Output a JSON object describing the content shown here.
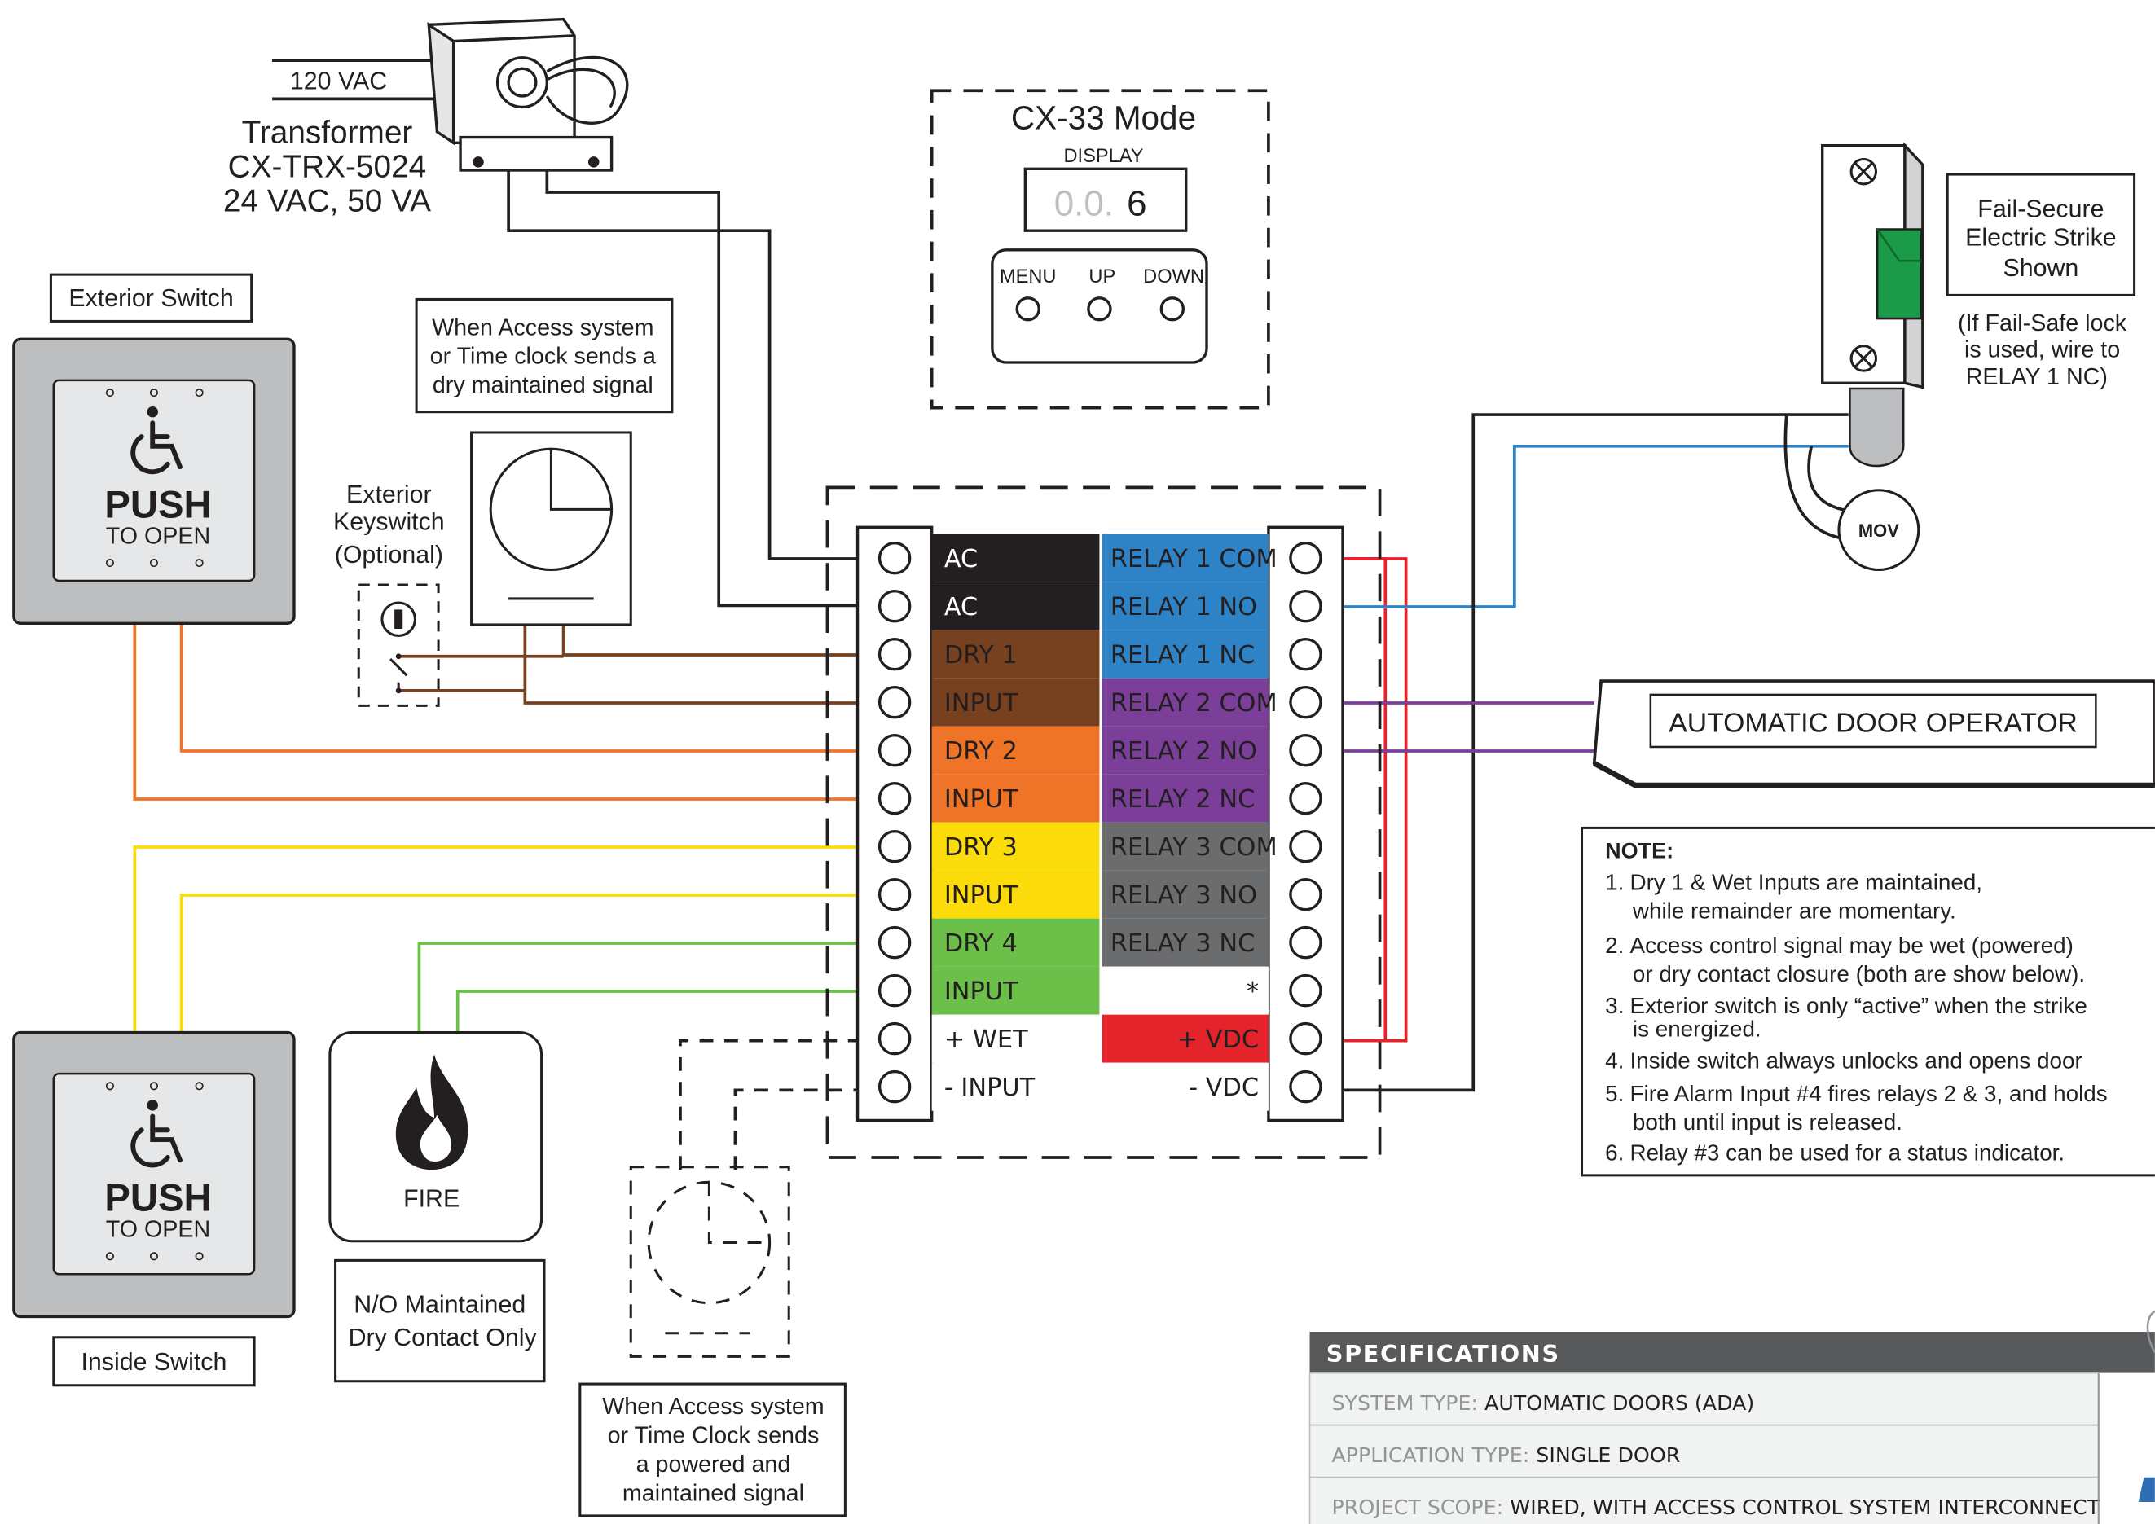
{
  "transformer": {
    "supply": "120 VAC",
    "lines": [
      "Transformer",
      "CX-TRX-5024",
      "24 VAC, 50 VA"
    ]
  },
  "mode": {
    "title": "CX-33 Mode",
    "display_label": "DISPLAY",
    "display_dim": "0.0.",
    "display_value": "6",
    "buttons": [
      "MENU",
      "UP",
      "DOWN"
    ]
  },
  "exterior_switch": {
    "label": "Exterior Switch",
    "push": "PUSH",
    "to_open": "TO OPEN"
  },
  "inside_switch": {
    "label": "Inside Switch",
    "push": "PUSH",
    "to_open": "TO OPEN"
  },
  "access_dry_note": [
    "When Access system",
    "or Time clock sends a",
    "dry maintained signal"
  ],
  "keyswitch": [
    "Exterior",
    "Keyswitch",
    "(Optional)"
  ],
  "fire": {
    "label": "FIRE",
    "note": [
      "N/O Maintained",
      "Dry Contact Only"
    ]
  },
  "access_wet_note": [
    "When Access system",
    "or Time Clock sends",
    "a powered and",
    "maintained signal"
  ],
  "left_terminals": [
    {
      "label": "AC",
      "color": "#231f20",
      "text_color": "#ffffff"
    },
    {
      "label": "AC",
      "color": "#231f20",
      "text_color": "#ffffff"
    },
    {
      "label": "DRY 1",
      "color": "#774120",
      "text_color": "#231f20"
    },
    {
      "label": "INPUT",
      "color": "#774120",
      "text_color": "#231f20"
    },
    {
      "label": "DRY 2",
      "color": "#f07428",
      "text_color": "#231f20"
    },
    {
      "label": "INPUT",
      "color": "#f07428",
      "text_color": "#231f20"
    },
    {
      "label": "DRY 3",
      "color": "#fcdb0b",
      "text_color": "#231f20"
    },
    {
      "label": "INPUT",
      "color": "#fcdb0b",
      "text_color": "#231f20"
    },
    {
      "label": "DRY 4",
      "color": "#6cbf48",
      "text_color": "#231f20"
    },
    {
      "label": "INPUT",
      "color": "#6cbf48",
      "text_color": "#231f20"
    },
    {
      "label": "+ WET",
      "color": "#ffffff",
      "text_color": "#231f20"
    },
    {
      "label": "- INPUT",
      "color": "#ffffff",
      "text_color": "#231f20"
    }
  ],
  "right_terminals": [
    {
      "label": "RELAY 1 COM",
      "color": "#2e82c6",
      "text_color": "#231f20"
    },
    {
      "label": "RELAY 1 NO",
      "color": "#2e82c6",
      "text_color": "#231f20"
    },
    {
      "label": "RELAY 1 NC",
      "color": "#2e82c6",
      "text_color": "#231f20"
    },
    {
      "label": "RELAY 2 COM",
      "color": "#7b3f99",
      "text_color": "#231f20"
    },
    {
      "label": "RELAY 2 NO",
      "color": "#7b3f99",
      "text_color": "#231f20"
    },
    {
      "label": "RELAY 2 NC",
      "color": "#7b3f99",
      "text_color": "#231f20"
    },
    {
      "label": "RELAY 3 COM",
      "color": "#6b6c6d",
      "text_color": "#231f20"
    },
    {
      "label": "RELAY 3 NO",
      "color": "#6b6c6d",
      "text_color": "#231f20"
    },
    {
      "label": "RELAY 3 NC",
      "color": "#6b6c6d",
      "text_color": "#231f20"
    },
    {
      "label": "*",
      "color": "#ffffff",
      "text_color": "#231f20"
    },
    {
      "label": "+ VDC",
      "color": "#e4232b",
      "text_color": "#231f20"
    },
    {
      "label": "- VDC",
      "color": "#ffffff",
      "text_color": "#231f20"
    }
  ],
  "strike": {
    "label": [
      "Fail-Secure",
      "Electric Strike",
      "Shown"
    ],
    "note": [
      "(If Fail-Safe lock",
      "is used, wire to",
      "RELAY 1 NC)"
    ],
    "mov": "MOV",
    "accent": "#1b9b48"
  },
  "operator": {
    "label": "AUTOMATIC DOOR OPERATOR"
  },
  "notes": {
    "title": "NOTE:",
    "items": [
      {
        "num": "1.",
        "lines": [
          "Dry 1 & Wet Inputs are maintained,",
          "while remainder are momentary."
        ]
      },
      {
        "num": "2.",
        "lines": [
          "Access control signal may be wet (powered)",
          "or dry contact closure (both are show below)."
        ]
      },
      {
        "num": "3.",
        "lines": [
          "Exterior switch is only “active” when the strike",
          "is energized."
        ]
      },
      {
        "num": "4.",
        "lines": [
          "Inside switch always unlocks and opens door"
        ]
      },
      {
        "num": "5.",
        "lines": [
          "Fire Alarm Input #4 fires relays 2 & 3, and holds",
          "both until input is released."
        ]
      },
      {
        "num": "6.",
        "lines": [
          "Relay #3 can be used for a status indicator."
        ]
      }
    ]
  },
  "specs": {
    "title": "SPECIFICATIONS",
    "rows": [
      {
        "key": "SYSTEM TYPE:",
        "value": "AUTOMATIC DOORS (ADA)"
      },
      {
        "key": "APPLICATION TYPE:",
        "value": "SINGLE DOOR"
      },
      {
        "key": "PROJECT SCOPE:",
        "value": "WIRED, WITH ACCESS CONTROL SYSTEM INTERCONNECT"
      }
    ],
    "header_color": "#58595b",
    "logo_color": "#2e6db4"
  },
  "wire_colors": {
    "black": "#231f20",
    "brown": "#774120",
    "orange": "#f07428",
    "yellow": "#fcdb0b",
    "green": "#6cbf48",
    "blue": "#2e82c6",
    "purple": "#7b3f99",
    "red": "#e4232b"
  }
}
